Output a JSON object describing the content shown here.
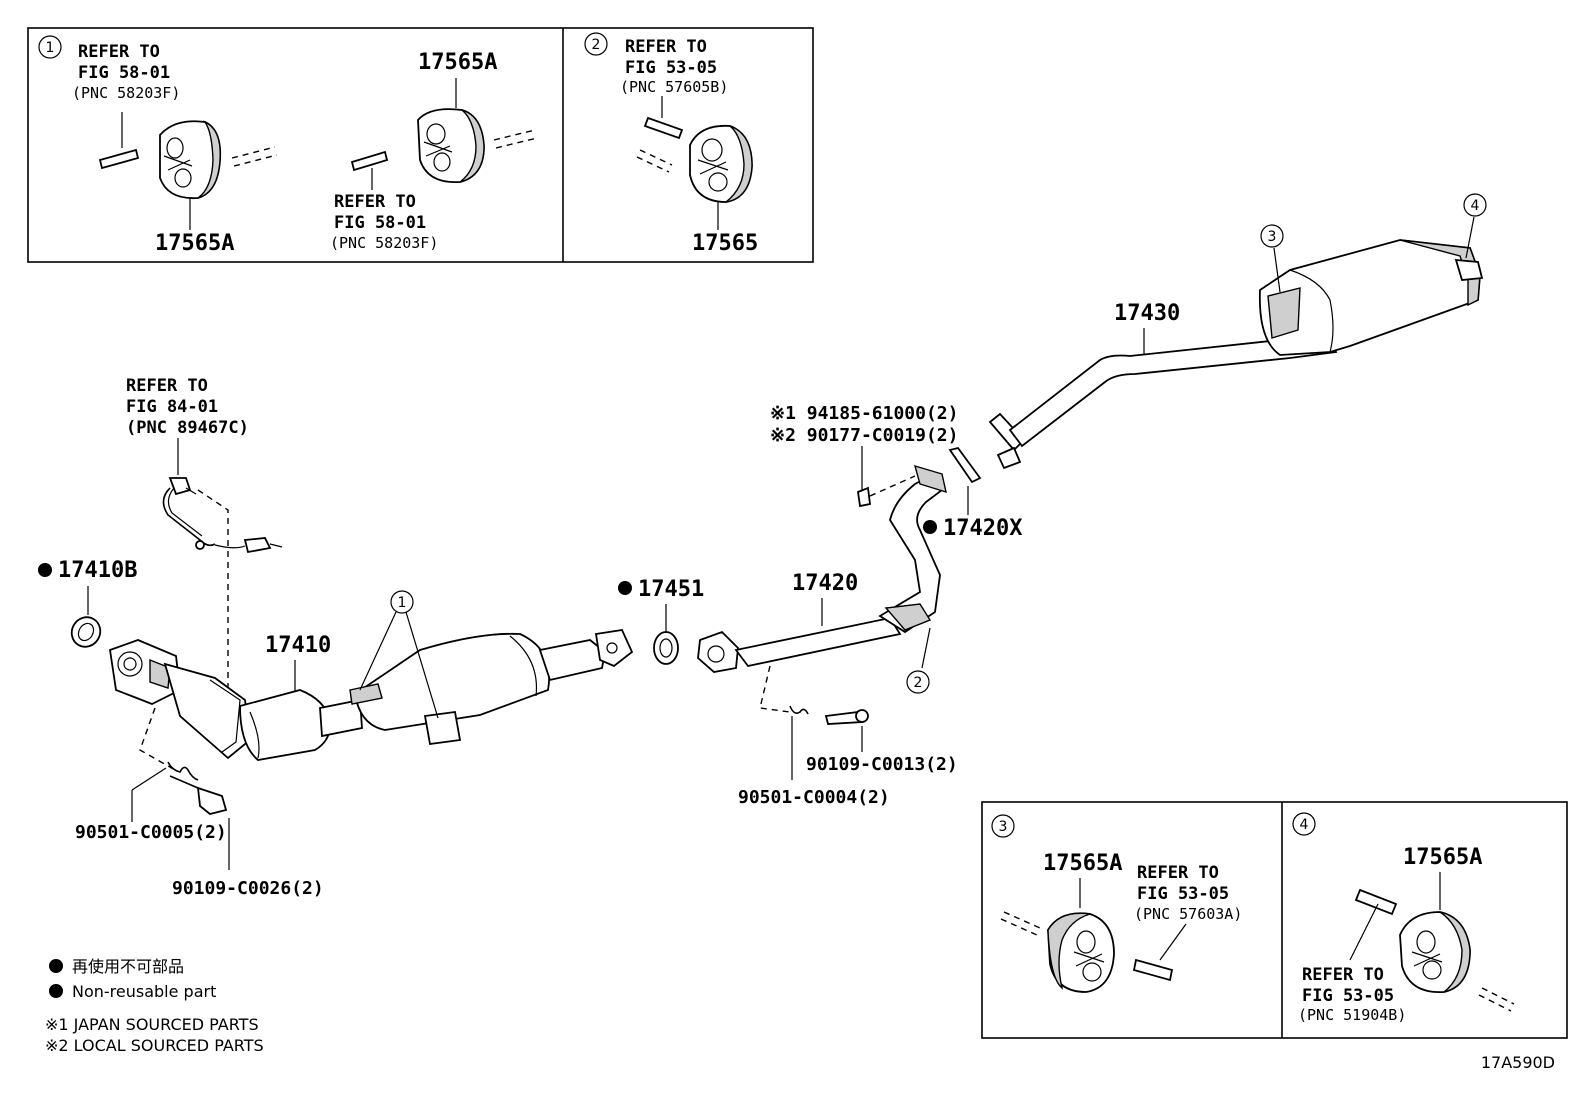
{
  "insets": [
    {
      "num": "1",
      "refs": [
        {
          "line1": "REFER TO",
          "line2": "FIG 58-01",
          "pnc": "(PNC 58203F)"
        },
        {
          "line1": "REFER TO",
          "line2": "FIG 58-01",
          "pnc": "(PNC 58203F)"
        }
      ],
      "parts": [
        "17565A",
        "17565A"
      ]
    },
    {
      "num": "2",
      "refs": [
        {
          "line1": "REFER TO",
          "line2": "FIG 53-05",
          "pnc": "(PNC 57605B)"
        }
      ],
      "parts": [
        "17565"
      ]
    },
    {
      "num": "3",
      "refs": [
        {
          "line1": "REFER TO",
          "line2": "FIG 53-05",
          "pnc": "(PNC 57603A)"
        }
      ],
      "parts": [
        "17565A"
      ]
    },
    {
      "num": "4",
      "refs": [
        {
          "line1": "REFER TO",
          "line2": "FIG 53-05",
          "pnc": "(PNC 51904B)"
        }
      ],
      "parts": [
        "17565A"
      ]
    }
  ],
  "sensor_ref": {
    "line1": "REFER TO",
    "line2": "FIG 84-01",
    "pnc": "(PNC 89467C)"
  },
  "parts": {
    "p17410B": "17410B",
    "p17410": "17410",
    "p17451": "17451",
    "p17420": "17420",
    "p17420X": "17420X",
    "p17430": "17430",
    "p90501a": "90501-C0005(2)",
    "p90109a": "90109-C0026(2)",
    "p90501b": "90501-C0004(2)",
    "p90109b": "90109-C0013(2)",
    "p94185": "※1 94185-61000(2)",
    "p90177": "※2 90177-C0019(2)"
  },
  "callouts": {
    "c1": "1",
    "c2": "2",
    "c3": "3",
    "c4": "4"
  },
  "legend": {
    "jp": "再使用不可部品",
    "en": "Non-reusable part",
    "note1": "※1  JAPAN SOURCED PARTS",
    "note2": "※2  LOCAL SOURCED PARTS"
  },
  "figure_id": "17A590D"
}
